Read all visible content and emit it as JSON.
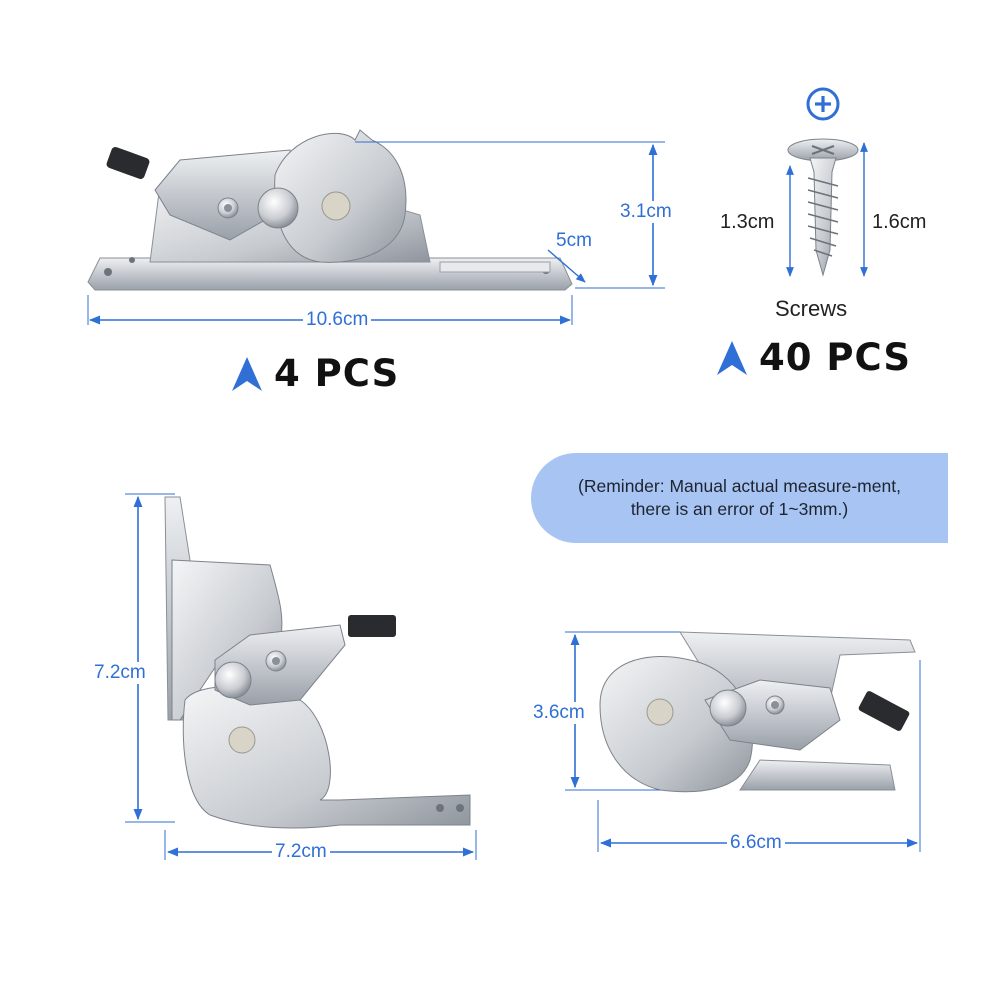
{
  "top_hinge": {
    "length_label": "10.6cm",
    "height_label": "3.1cm",
    "thickness_label": "5cm",
    "quantity": "4 PCS"
  },
  "screws": {
    "plus_icon": "plus-circle-icon",
    "short_label": "1.3cm",
    "long_label": "1.6cm",
    "name": "Screws",
    "quantity": "40 PCS"
  },
  "reminder": {
    "text": "(Reminder: Manual actual measure-ment, there is an error of 1~3mm.)"
  },
  "open_hinge": {
    "height_label": "7.2cm",
    "width_label": "7.2cm"
  },
  "folded_hinge": {
    "height_label": "3.6cm",
    "width_label": "6.6cm"
  },
  "colors": {
    "accent_blue": "#2f6fd6",
    "reminder_bg": "#a7c4f3",
    "metal": "#c9ccd1"
  }
}
